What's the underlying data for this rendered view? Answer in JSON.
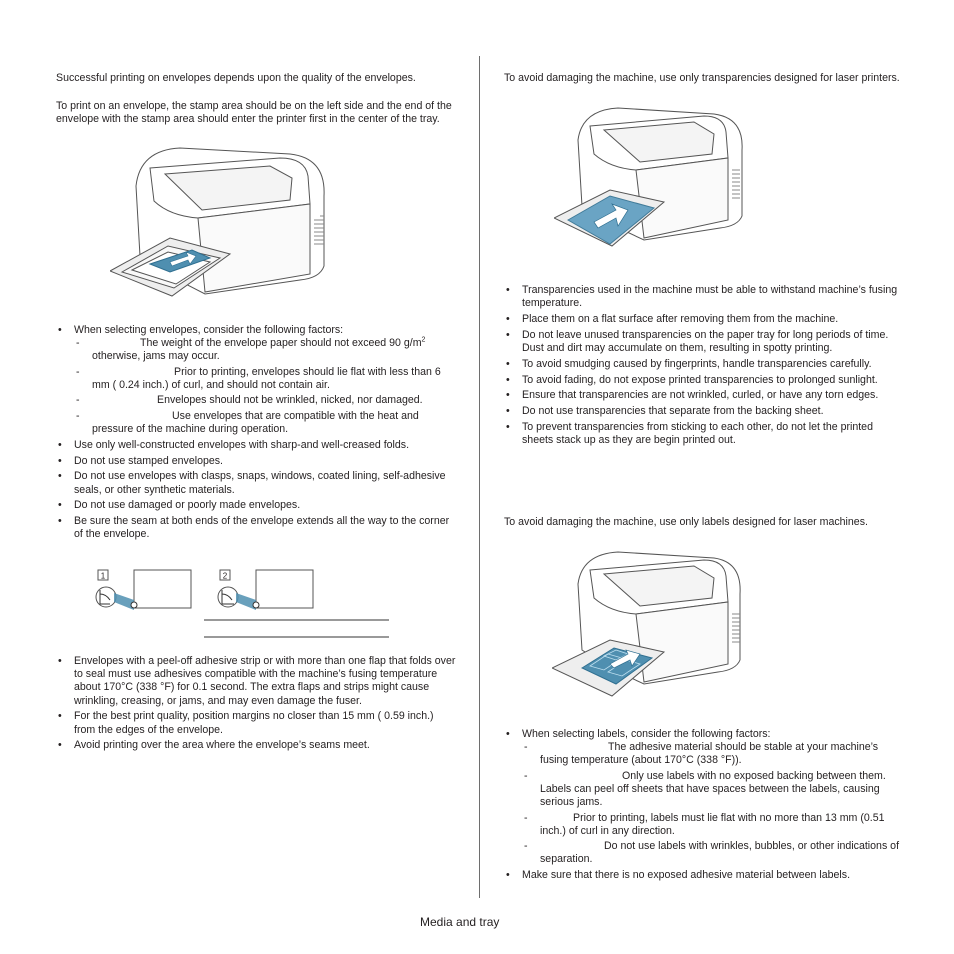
{
  "left": {
    "envelope_intro_1": "Successful printing on envelopes depends upon the quality of the envelopes.",
    "envelope_intro_2": "To print on an envelope, the stamp area should be on the left side and the end of the envelope with the stamp area should enter the printer first in the center of the tray.",
    "bullets_1": {
      "select_factors": "When selecting envelopes, consider the following factors:",
      "sub_weight": "The weight of the envelope paper should not exceed 90 g/m",
      "sub_weight_sup": "2",
      "sub_weight_tail": " otherwise, jams may occur.",
      "sub_construction": "Prior to printing, envelopes should lie flat with less than 6 mm ( 0.24 inch.) of curl, and should not contain air.",
      "sub_condition": "Envelopes should not be wrinkled, nicked, nor damaged.",
      "sub_temperature": "Use envelopes that are compatible with the heat and pressure of the machine during operation.",
      "well_constructed": "Use only well-constructed envelopes with sharp-and well-creased folds.",
      "no_stamped": "Do not use stamped envelopes.",
      "no_clasps": "Do not use envelopes with clasps, snaps, windows, coated lining, self-adhesive seals, or other synthetic materials.",
      "no_damaged": "Do not use damaged or poorly made envelopes.",
      "seam": "Be sure the seam at both ends of the envelope extends all the way to the corner of the envelope."
    },
    "callout_1": "1",
    "callout_2": "2",
    "bullets_2": {
      "peel_off": "Envelopes with a peel-off adhesive strip or with more than one flap that folds over to seal must use adhesives compatible with the machine’s fusing temperature about 170°C (338 °F) for 0.1 second. The extra flaps and strips might cause wrinkling, creasing, or jams, and may even damage the fuser.",
      "margins": "For the best print quality, position margins no closer than 15 mm ( 0.59 inch.) from the edges of the envelope.",
      "seams": "Avoid printing over the area where the envelope’s seams meet."
    }
  },
  "right": {
    "transparency_intro": "To avoid damaging the machine, use only transparencies designed for laser printers.",
    "transparency_bullets": [
      "Transparencies used in the machine must be able to withstand machine’s fusing temperature.",
      "Place them on a flat surface after removing them from the machine.",
      "Do not leave unused transparencies on the paper tray for long periods of time. Dust and dirt may accumulate on them, resulting in spotty printing.",
      "To avoid smudging caused by fingerprints, handle transparencies carefully.",
      "To avoid fading, do not expose printed transparencies to prolonged sunlight.",
      "Ensure that transparencies are not wrinkled, curled, or have any torn edges.",
      "Do not use transparencies that separate from the backing sheet.",
      "To prevent transparencies from sticking to each other, do not let the printed sheets stack up as they are begin printed out."
    ],
    "labels_intro": "To avoid damaging the machine, use only labels designed for laser machines.",
    "labels_select": "When selecting labels, consider the following factors:",
    "labels_sub": [
      "The adhesive material should be stable at your machine’s fusing temperature (about 170°C (338 °F)).",
      "Only use labels with no exposed backing between them. Labels can peel off sheets that have spaces between the labels, causing serious jams.",
      "Prior to printing, labels must lie flat with no more than 13 mm (0.51 inch.) of curl in any direction.",
      "Do not use labels with wrinkles, bubbles, or other indications of separation."
    ],
    "labels_exposed": "Make sure that there is no exposed adhesive material between labels."
  },
  "footer": {
    "text": "Media and tray"
  },
  "colors": {
    "text": "#231f20",
    "tray_blue": "#4f8fb0",
    "divider": "#6e6e6e"
  },
  "icons": [
    "printer-envelope-illustration",
    "printer-transparency-illustration",
    "printer-labels-illustration",
    "envelope-seam-diagram"
  ]
}
